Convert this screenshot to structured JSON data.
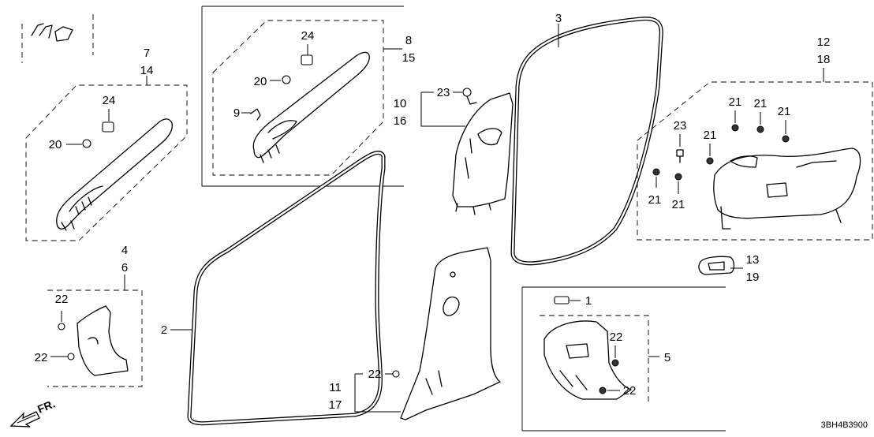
{
  "diagram_code": "3BH4B3900",
  "direction_label": "FR.",
  "parts": {
    "p1": "1",
    "p2": "2",
    "p3": "3",
    "p4": "4",
    "p6": "6",
    "p5": "5",
    "p7": "7",
    "p14": "14",
    "p8": "8",
    "p15": "15",
    "p9": "9",
    "p10": "10",
    "p16": "16",
    "p11": "11",
    "p17": "17",
    "p12": "12",
    "p18": "18",
    "p13": "13",
    "p19": "19",
    "p20": "20",
    "p21": "21",
    "p22": "22",
    "p23": "23",
    "p24": "24"
  }
}
